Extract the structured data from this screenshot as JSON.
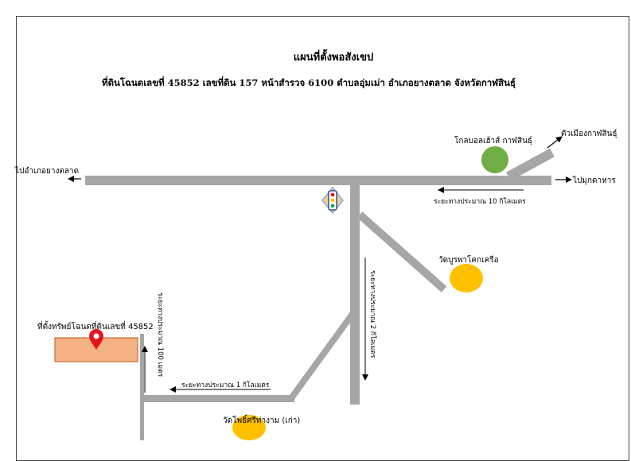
{
  "map": {
    "title": "แผนที่ตั้งพอสังเขป",
    "subtitle": "ที่ดินโฉนดเลขที่  45852  เลขที่ดิน  157  หน้าสำรวจ  6100  ตำบลอุ่มเม่า  อำเภอยางตลาด  จังหวัดกาฬสินธุ์",
    "labels": {
      "to_yang_talat": "ไปอำเภอยางตลาด",
      "to_mukdahan": "ไปมุกดาหาร",
      "to_kalasin_city": "ตัวเมืองกาฬสินธุ์",
      "golf_course": "โกลบอลเฮ้าส์ กาฬสินธุ์",
      "distance_10km": "ระยะทางประมาณ 10 กิโลเมตร",
      "temple_burapha": "วัดบูรพาโคกเครือ",
      "distance_2km": "ระยะทางประมาณ 2 กิโลเมตร",
      "property_label": "ที่ตั้งทรัพย์โฉนดที่ดินเลขที่ 45852",
      "distance_100m": "ระยะทางประมาณ 100 เมตร",
      "distance_1km": "ระยะทางประมาณ 1 กิโลเมตร",
      "temple_pho_si": "วัดโพธิ์ศรีท่างาม (เก่า)"
    },
    "colors": {
      "road": "#a6a6a6",
      "landmark_green": "#70ad47",
      "landmark_yellow": "#ffc000",
      "property_fill": "#f4b183",
      "property_border": "#c55a11",
      "pin": "#e3141e",
      "signal_body": "#8faadc"
    },
    "icons": [
      "location-pin-icon",
      "traffic-light-icon"
    ]
  }
}
